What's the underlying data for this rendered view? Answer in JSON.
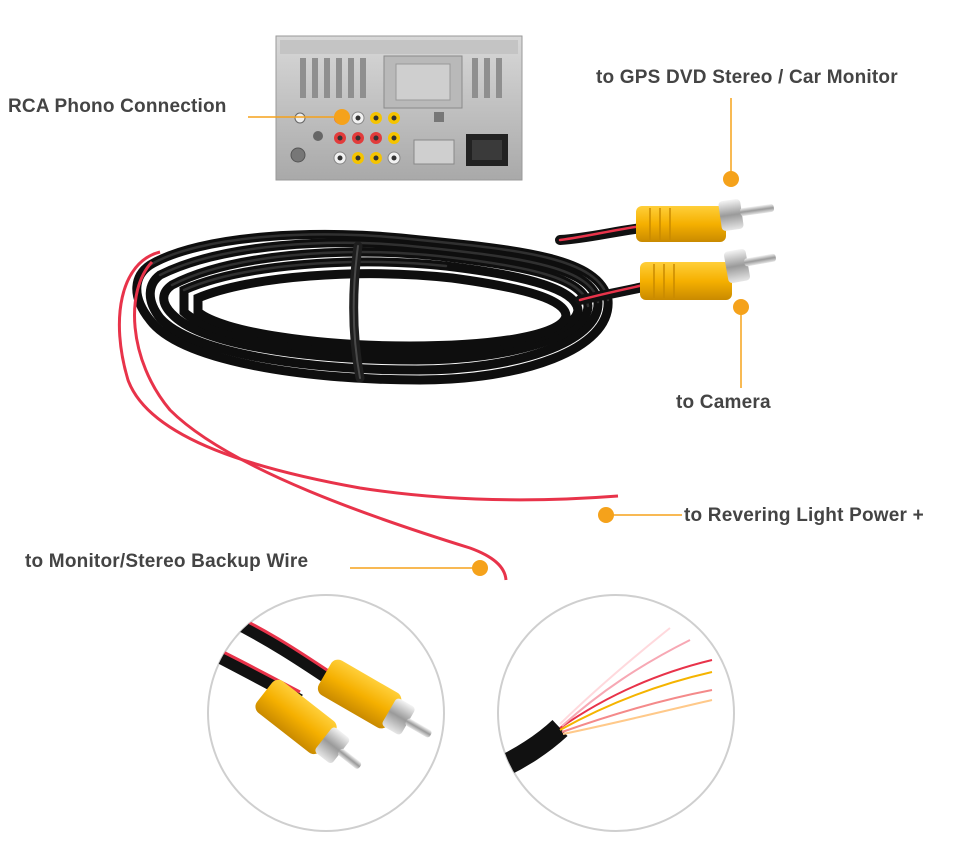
{
  "labels": {
    "rca_phono": "RCA Phono Connection",
    "gps_dvd": "to GPS  DVD Stereo / Car Monitor",
    "camera": "to Camera",
    "reversing_power": "to Revering Light Power +",
    "backup_wire": "to Monitor/Stereo Backup Wire"
  },
  "colors": {
    "callout_orange": "#f5a21b",
    "plug_yellow": "#f5b400",
    "cable_black": "#151515",
    "wire_red": "#e8334a",
    "text": "#444444"
  },
  "icons": {
    "head_unit": "car-stereo-rear-panel-icon",
    "cable": "coiled-rca-cable-icon",
    "plug_closeup": "rca-plug-closeup-icon",
    "wire_closeup": "stripped-wire-closeup-icon"
  }
}
